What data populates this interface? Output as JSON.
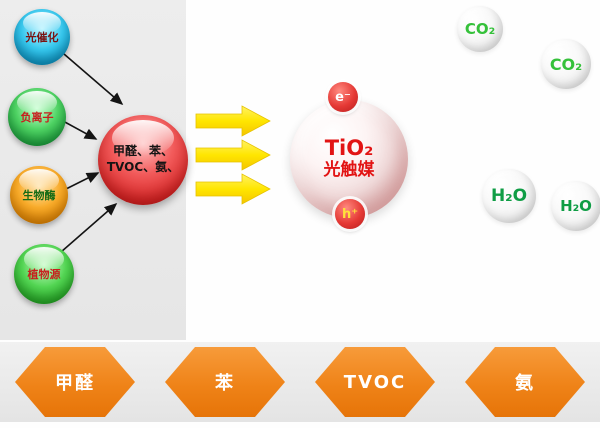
{
  "sources": {
    "items": [
      {
        "label": "光催化"
      },
      {
        "label": "负离子"
      },
      {
        "label": "生物酶"
      },
      {
        "label": "植物源"
      }
    ]
  },
  "pollutants_sphere": {
    "line1": "甲醛、苯、",
    "line2": "TVOC、氨、"
  },
  "catalyst": {
    "formula": "TiO₂",
    "name": "光触媒",
    "electron_label": "e⁻",
    "hole_label": "h⁺"
  },
  "products": {
    "co2_top": "CO₂",
    "co2_right": "CO₂",
    "h2o_left": "H₂O",
    "h2o_right": "H₂O"
  },
  "bottom_pollutants": {
    "items": [
      {
        "label": "甲醛"
      },
      {
        "label": "苯"
      },
      {
        "label": "TVOC"
      },
      {
        "label": "氨"
      }
    ]
  },
  "icons": {
    "flow_arrow": "yellow-right-block-arrow",
    "connector_arrow": "black-thin-arrow"
  },
  "colors": {
    "hexagon_orange": "#ef8318",
    "arrow_yellow": "#ffe600",
    "catalyst_text_red": "#e21414",
    "co2_green": "#35c13a",
    "h2o_green": "#0f9d45",
    "sphere_cyan": "#38c9ef",
    "sphere_green": "#4fd464",
    "sphere_orange": "#f9ac2a",
    "sphere_plant_green": "#53d653",
    "sphere_red": "#d82828"
  }
}
